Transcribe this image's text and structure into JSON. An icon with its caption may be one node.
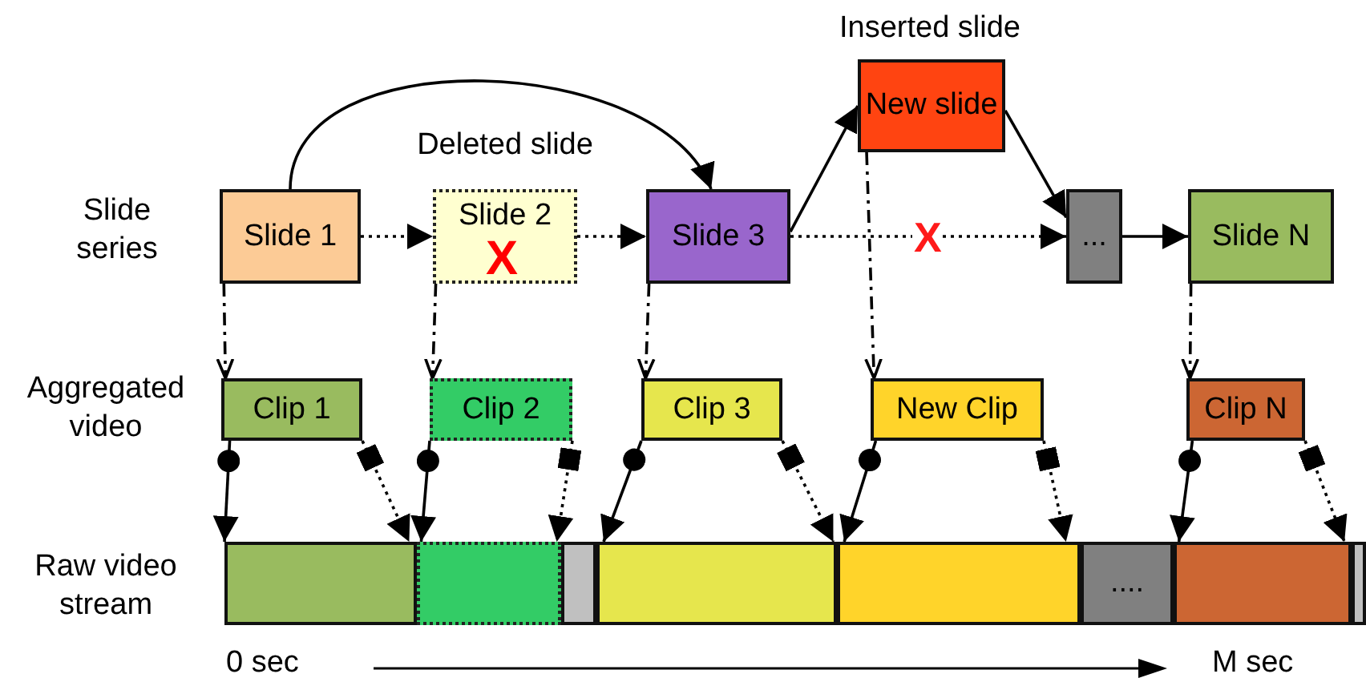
{
  "diagram": {
    "nodes": [
      {
        "text": [
          "Slide 1"
        ]
      },
      {
        "text": [
          "Slide 2"
        ],
        "beside": [
          "Deleted slide"
        ]
      },
      {
        "text": [
          "Slide 3"
        ]
      },
      {
        "text": [
          "New slide"
        ],
        "beside": [
          "Inserted slide"
        ]
      },
      {
        "text": [
          "..."
        ]
      },
      {
        "text": [
          "Slide N"
        ]
      },
      {
        "text": [
          "Clip 1"
        ]
      },
      {
        "text": [
          "Clip 2"
        ]
      },
      {
        "text": [
          "Clip 3"
        ]
      },
      {
        "text": [
          "New Clip"
        ]
      },
      {
        "text": [
          "Clip N"
        ]
      },
      {
        "text": [],
        "shape": "bar"
      },
      {
        "text": [],
        "shape": "bar"
      },
      {
        "text": [],
        "shape": "bar"
      },
      {
        "text": [],
        "shape": "bar"
      },
      {
        "text": [],
        "shape": "bar"
      },
      {
        "text": [
          "...."
        ]
      },
      {
        "text": [],
        "shape": "bar"
      },
      {
        "text": [],
        "shape": "bar"
      }
    ],
    "edges": [
      {
        "from": 0,
        "to": 1,
        "arrow": "to",
        "style": "dashed"
      },
      {
        "from": 1,
        "to": 2,
        "arrow": "to",
        "style": "dashed"
      },
      {
        "from": 0,
        "to": 2,
        "arrow": "to"
      },
      {
        "from": 2,
        "to": 3,
        "arrow": "to"
      },
      {
        "from": 3,
        "to": 4,
        "arrow": "to"
      },
      {
        "from": 2,
        "to": 4,
        "arrow": "to",
        "style": "dashed",
        "label": "X"
      },
      {
        "from": 4,
        "to": 5,
        "arrow": "to"
      },
      {
        "from": 0,
        "to": 6,
        "arrow": "to",
        "style": "dashed"
      },
      {
        "from": 1,
        "to": 7,
        "arrow": "to",
        "style": "dashed"
      },
      {
        "from": 2,
        "to": 8,
        "arrow": "to",
        "style": "dashed"
      },
      {
        "from": 3,
        "to": 9,
        "arrow": "to",
        "style": "dashed"
      },
      {
        "from": 5,
        "to": 10,
        "arrow": "to",
        "style": "dashed"
      },
      {
        "from": 6,
        "to": 11,
        "arrow": "to"
      },
      {
        "from": 6,
        "to": 11,
        "arrow": "to",
        "style": "dashed"
      },
      {
        "from": 7,
        "to": 12,
        "arrow": "to"
      },
      {
        "from": 7,
        "to": 12,
        "arrow": "to",
        "style": "dashed"
      },
      {
        "from": 8,
        "to": 14,
        "arrow": "to"
      },
      {
        "from": 8,
        "to": 14,
        "arrow": "to",
        "style": "dashed"
      },
      {
        "from": 9,
        "to": 15,
        "arrow": "to"
      },
      {
        "from": 9,
        "to": 15,
        "arrow": "to",
        "style": "dashed"
      },
      {
        "from": 10,
        "to": 17,
        "arrow": "to"
      },
      {
        "from": 10,
        "to": 17,
        "arrow": "to",
        "style": "dashed"
      }
    ],
    "labels": [
      "Slide series",
      "Aggregated video",
      "Raw video stream",
      "X",
      "0 sec",
      "M sec"
    ]
  }
}
